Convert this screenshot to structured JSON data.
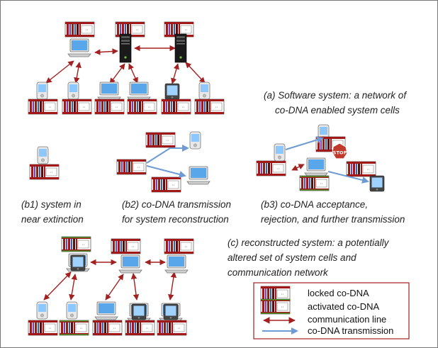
{
  "captions": {
    "a_line1": "(a) Software system: a network of",
    "a_line2": "co-DNA enabled system cells",
    "b1_line1": "(b1) system in",
    "b1_line2": "near extinction",
    "b2_line1": "(b2) co-DNA transmission",
    "b2_line2": "for system reconstruction",
    "b3_line1": "(b3) co-DNA acceptance,",
    "b3_line2": "rejection, and further transmission",
    "c_line1": "(c) reconstructed system: a potentially",
    "c_line2": "altered set of system cells and",
    "c_line3": "communication network",
    "stop_sign": "STOP"
  },
  "legend": {
    "locked": "locked co-DNA",
    "activated": "activated co-DNA",
    "comm_line": "communication line",
    "transmission": "co-DNA transmission"
  },
  "colors": {
    "dna_red": "#a01818",
    "dna_dark": "#5a0c0c",
    "comm_arrow": "#a32020",
    "transmission_arrow": "#6f9bd4",
    "legend_border": "#a32020"
  }
}
